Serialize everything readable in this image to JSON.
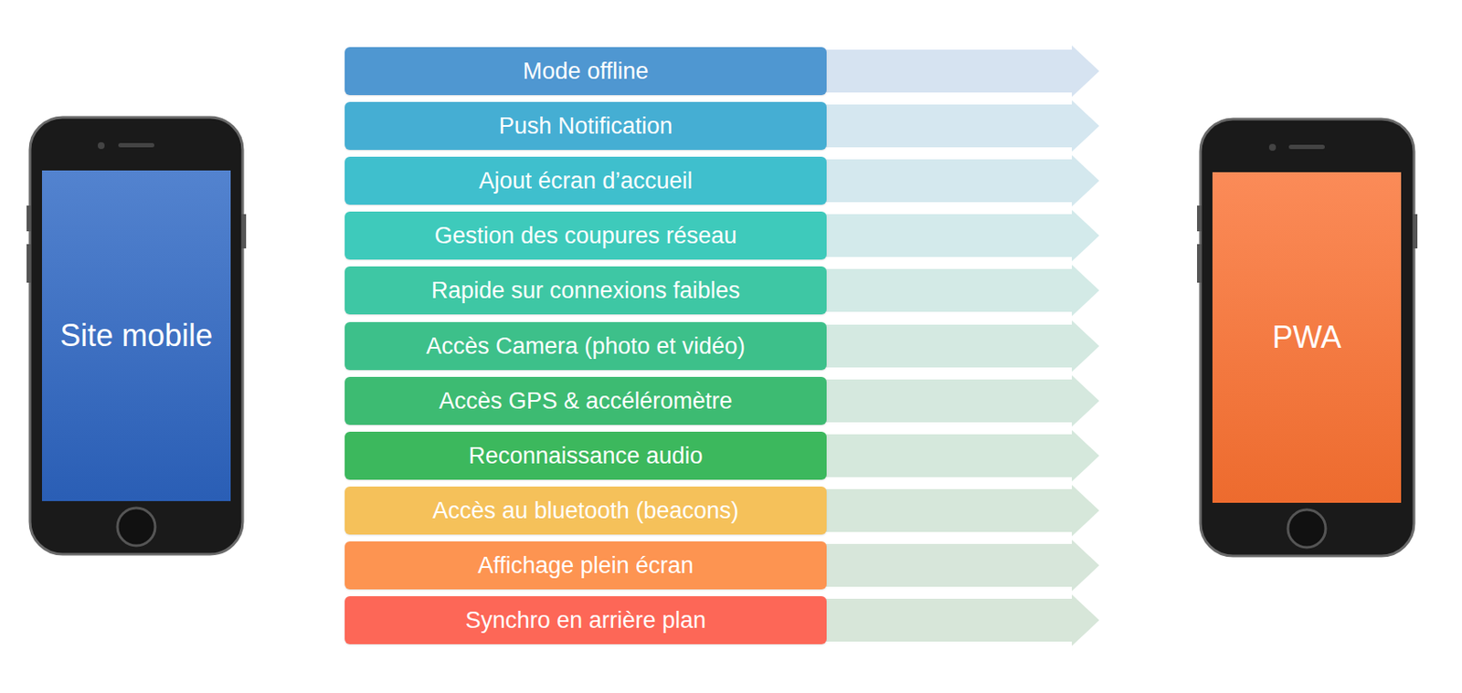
{
  "diagram": {
    "nodes": [
      {
        "text": [
          "Site mobile"
        ]
      },
      {
        "text": [
          "Mode offline"
        ]
      },
      {
        "text": [
          "Push Notification"
        ]
      },
      {
        "text": [
          "Ajout écran d’accueil"
        ]
      },
      {
        "text": [
          "Gestion des coupures réseau"
        ]
      },
      {
        "text": [
          "Rapide sur connexions faibles"
        ]
      },
      {
        "text": [
          "Accès Camera (photo et vidéo)"
        ]
      },
      {
        "text": [
          "Accès GPS & accéléromètre"
        ]
      },
      {
        "text": [
          "Reconnaissance audio"
        ]
      },
      {
        "text": [
          "Accès au bluetooth (beacons)"
        ]
      },
      {
        "text": [
          "Affichage plein écran"
        ]
      },
      {
        "text": [
          "Synchro en arrière plan"
        ]
      },
      {
        "text": [
          "PWA"
        ]
      }
    ]
  }
}
